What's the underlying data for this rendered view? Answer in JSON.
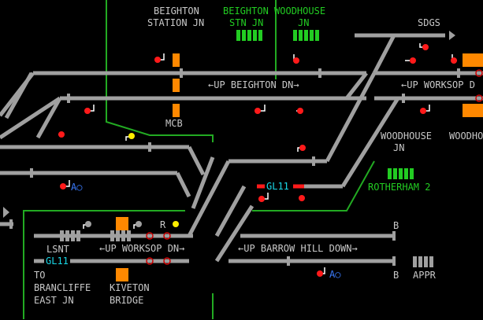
{
  "locations": {
    "beighton_station_jn_1": "BEIGHTON",
    "beighton_station_jn_2": "STATION JN",
    "beighton_woodhouse_1": "BEIGHTON WOODHOUSE",
    "beighton_woodhouse_2a": "STN JN",
    "beighton_woodhouse_2b": "JN",
    "sdgs": "SDGS",
    "mcb": "MCB",
    "woodhouse_jn_1": "WOODHOUSE",
    "woodhouse_jn_2": "JN",
    "woodhouse_right": "WOODHOUSE",
    "rotherham": "ROTHERHAM 2",
    "lsnt": "LSNT",
    "to_brancliffe_1": "TO",
    "to_brancliffe_2": "BRANCLIFFE",
    "to_brancliffe_3": "EAST JN",
    "kiveton_1": "KIVETON",
    "kiveton_2": "BRIDGE",
    "appr": "APPR",
    "b_top": "B",
    "b_bottom": "B",
    "r_marker": "R"
  },
  "lines": {
    "up_beighton_dn": "UP BEIGHTON DN",
    "up_worksop_right": "UP WORKSOP D",
    "up_worksop_dn": "UP WORKSOP DN",
    "up_barrow_hill_down": "UP BARROW HILL DOWN"
  },
  "train_ids": {
    "gl11_mid": "GL11",
    "gl11_lower": "GL11"
  },
  "auto_buttons": {
    "ao_left": "A○",
    "ao_right": "A○"
  },
  "colors": {
    "background": "#000000",
    "track": "#a0a0a0",
    "track_label": "#c8c8c8",
    "area_boundary": "#22aa22",
    "occupied_track": "#ff1a1a",
    "signal_red": "#ff1a1a",
    "signal_yellow": "#ffee00",
    "level_crossing": "#ff8800",
    "train_id": "#19d8e8",
    "auto_button": "#3b7cff",
    "panel_ok": "#22cc22"
  }
}
